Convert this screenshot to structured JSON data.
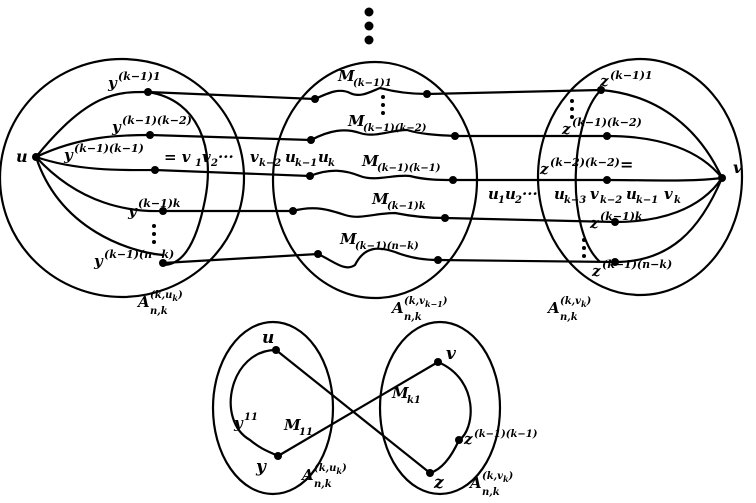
{
  "top": {
    "u": "u",
    "v": "v",
    "sets": {
      "left": {
        "base": "A",
        "sup": "(k,u",
        "supsub": "k",
        "supclose": ")",
        "sub": "n,k"
      },
      "middle": {
        "base": "A",
        "sup": "(k,v",
        "supsub": "k−1",
        "supclose": ")",
        "sub": "n,k"
      },
      "right": {
        "base": "A",
        "sup": "(k,v",
        "supsub": "k",
        "supclose": ")",
        "sub": "n,k"
      }
    },
    "left_labels": [
      {
        "base": "y",
        "sup": "(k−1)1"
      },
      {
        "base": "y",
        "sup": "(k−1)(k−2)"
      },
      {
        "base": "y",
        "sup": "(k−1)(k−1)"
      },
      {
        "base": "y",
        "sup": "(k−1)k"
      },
      {
        "base": "y",
        "sup": "(k−1)(n−k)"
      }
    ],
    "equation_left": {
      "prefix": "= v",
      "s1": "1",
      "a": "v",
      "s2": "2",
      "dots": "···",
      "b": "v",
      "s3": "k−2",
      "c": "u",
      "s4": "k−1",
      "d": "u",
      "s5": "k"
    },
    "middle_labels": [
      {
        "base": "M",
        "sub": "(k−1)1"
      },
      {
        "base": "M",
        "sub": "(k−1)(k−2)"
      },
      {
        "base": "M",
        "sub": "(k−1)(k−1)"
      },
      {
        "base": "M",
        "sub": "(k−1)k"
      },
      {
        "base": "M",
        "sub": "(k−1)(n−k)"
      }
    ],
    "right_labels": [
      {
        "base": "z",
        "sup": "(k−1)1"
      },
      {
        "base": "z",
        "sup": "(k−1)(k−2)"
      },
      {
        "base": "z",
        "sup": "(k−2)(k−2)"
      },
      {
        "base": "z",
        "sup": "(k−1)k"
      },
      {
        "base": "z",
        "sup": "(k−1)(n−k)"
      }
    ],
    "equals_right": "=",
    "equation_right": {
      "a": "u",
      "s1": "1",
      "b": "u",
      "s2": "2",
      "dots": "···",
      "c": "u",
      "s3": "k−3",
      "d": "v",
      "s4": "k−2",
      "e": "u",
      "s5": "k−1",
      "f": "v",
      "s6": "k"
    }
  },
  "bottom": {
    "u": "u",
    "v": "v",
    "y": "y",
    "z": "z",
    "y11": {
      "base": "y",
      "sup": "11"
    },
    "M11": {
      "base": "M",
      "sub": "11"
    },
    "Mk1": {
      "base": "M",
      "sub": "k1"
    },
    "zlabel": {
      "base": "z",
      "sup": "(k−1)(k−1)"
    },
    "set_left": {
      "base": "A",
      "sup": "(k,u",
      "supsub": "k",
      "supclose": ")",
      "sub": "n,k"
    },
    "set_right": {
      "base": "A",
      "sup": "(k,v",
      "supsub": "k",
      "supclose": ")",
      "sub": "n,k"
    }
  }
}
